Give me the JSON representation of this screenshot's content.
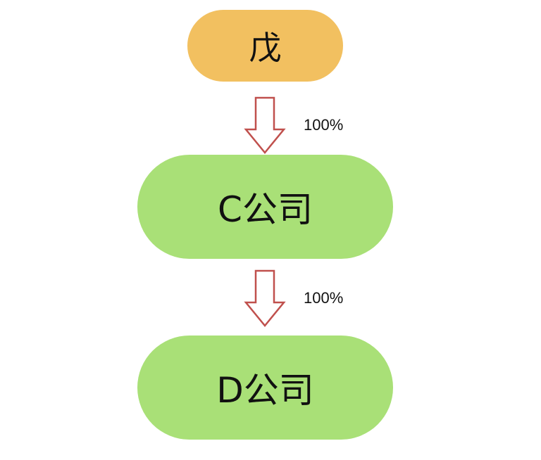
{
  "diagram": {
    "type": "ownership-structure",
    "nodes": [
      {
        "id": "top",
        "label": "戊",
        "color": "#F2C060"
      },
      {
        "id": "mid",
        "label": "C公司",
        "color": "#A9E077"
      },
      {
        "id": "bot",
        "label": "D公司",
        "color": "#A9E077"
      }
    ],
    "edges": [
      {
        "from": "top",
        "to": "mid",
        "label": "100%",
        "arrow_color": "#C0504D"
      },
      {
        "from": "mid",
        "to": "bot",
        "label": "100%",
        "arrow_color": "#C0504D"
      }
    ]
  }
}
